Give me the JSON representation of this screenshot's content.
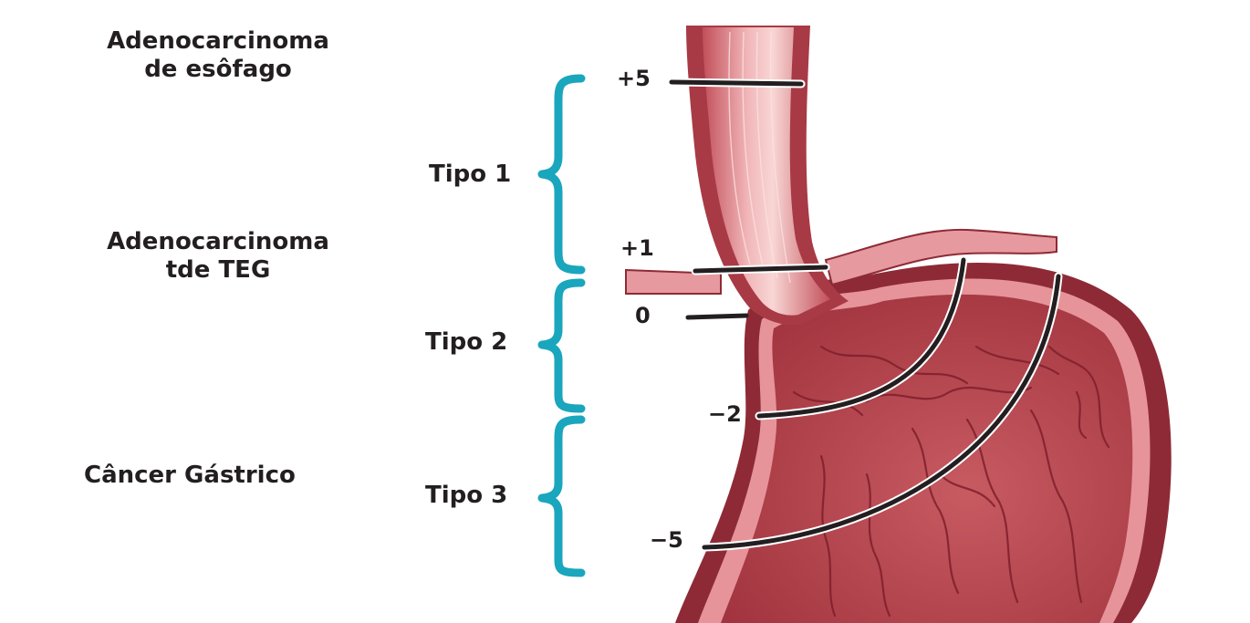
{
  "categories": {
    "esophagus_line1": "Adenocarcinoma",
    "esophagus_line2": "de esôfago",
    "teg_line1": "Adenocarcinoma",
    "teg_line2": "tde TEG",
    "gastric": "Câncer Gástrico"
  },
  "types": {
    "tipo1": "Tipo 1",
    "tipo2": "Tipo 2",
    "tipo3": "Tipo 3"
  },
  "markers": {
    "plus5": "+5",
    "plus1": "+1",
    "zero": "0",
    "minus2": "−2",
    "minus5": "−5"
  },
  "colors": {
    "bracket": "#1aa6bd",
    "text": "#231f20",
    "line": "#231f20",
    "tissue_dark": "#8e2a36",
    "tissue_mid": "#b5434f",
    "tissue_light": "#e6949a",
    "tissue_pale": "#f4c3c3"
  }
}
